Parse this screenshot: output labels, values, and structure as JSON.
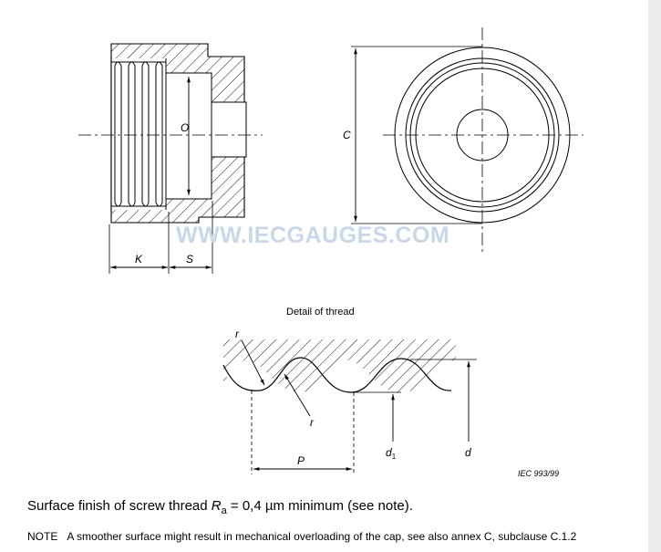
{
  "labels": {
    "o": "O",
    "c": "C",
    "k": "K",
    "s": "S",
    "detail_title": "Detail of thread",
    "r_top": "r",
    "r_bottom": "r",
    "p": "P",
    "d1_main": "d",
    "d1_sub": "1",
    "d": "d",
    "figure_ref": "IEC  993/99"
  },
  "watermark": "WWW.IECGAUGES.COM",
  "caption": {
    "before": "Surface finish of screw thread ",
    "symbol": "R",
    "subscript": "a",
    "after": " = 0,4 µm minimum (see note)."
  },
  "note": {
    "label": "NOTE",
    "text": "A smoother surface might result in mechanical overloading of the cap, see also annex C, subclause C.1.2"
  },
  "colors": {
    "line": "#000000",
    "watermark": "#c9d7ea",
    "background": "#ffffff"
  }
}
